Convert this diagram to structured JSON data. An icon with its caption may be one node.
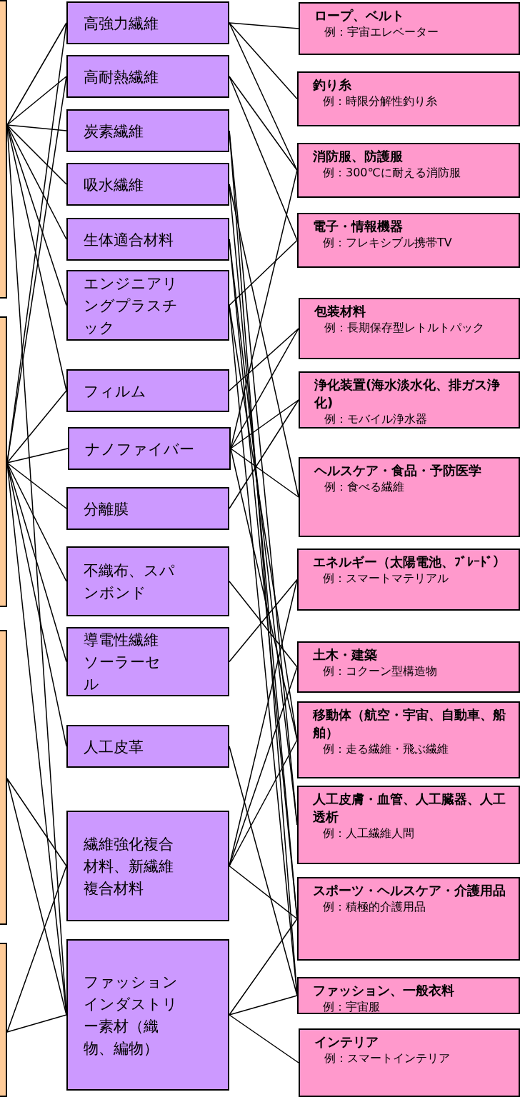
{
  "diagram": {
    "nodes": [
      {
        "text": [],
        "shape": "box"
      },
      {
        "text": [],
        "shape": "box"
      },
      {
        "text": [],
        "shape": "box"
      },
      {
        "text": [],
        "shape": "box"
      },
      {
        "text": [
          "高強力繊維"
        ]
      },
      {
        "text": [
          "高耐熱繊維"
        ]
      },
      {
        "text": [
          "炭素繊維"
        ]
      },
      {
        "text": [
          "吸水繊維"
        ]
      },
      {
        "text": [
          "生体適合材料"
        ]
      },
      {
        "text": [
          "エンジニアリングプラスチック"
        ]
      },
      {
        "text": [
          "フィルム"
        ]
      },
      {
        "text": [
          "ナノファイバー"
        ]
      },
      {
        "text": [
          "分離膜"
        ]
      },
      {
        "text": [
          "不織布、スパンボンド"
        ]
      },
      {
        "text": [
          "導電性繊維ソーラーセル"
        ]
      },
      {
        "text": [
          "人工皮革"
        ]
      },
      {
        "text": [
          "繊維強化複合材料、新繊維複合材料"
        ]
      },
      {
        "text": [
          "ファッションインダストリー素材（織物、編物）"
        ]
      },
      {
        "text": [
          "ロープ、ベルト",
          "例：宇宙エレベーター"
        ]
      },
      {
        "text": [
          "釣り糸",
          "例：時限分解性釣り糸"
        ]
      },
      {
        "text": [
          "消防服、防護服",
          "例：300℃に耐える消防服"
        ]
      },
      {
        "text": [
          "電子・情報機器",
          "例：フレキシブル携帯TV"
        ]
      },
      {
        "text": [
          "包装材料",
          "例：長期保存型レトルトパック"
        ]
      },
      {
        "text": [
          "浄化装置(海水淡水化、排ガス浄化)",
          "例：モバイル浄水器"
        ]
      },
      {
        "text": [
          "ヘルスケア・食品・予防医学",
          "例：食べる繊維"
        ]
      },
      {
        "text": [
          "エネルギー（太陽電池、ﾌﾞﾚｰﾄﾞ）",
          "例：スマートマテリアル"
        ]
      },
      {
        "text": [
          "土木・建築",
          "例：コクーン型構造物"
        ]
      },
      {
        "text": [
          "移動体（航空・宇宙、自動車、船舶）",
          "例：走る繊維・飛ぶ繊維"
        ]
      },
      {
        "text": [
          "人工皮膚・血管、人工臓器、人工透析",
          "例：人工繊維人間"
        ]
      },
      {
        "text": [
          "スポーツ・ヘルスケア・介護用品",
          "例：積極的介護用品"
        ]
      },
      {
        "text": [
          "ファッション、一般衣料",
          "例：宇宙服"
        ]
      },
      {
        "text": [
          "インテリア",
          "例：スマートインテリア"
        ]
      }
    ],
    "edges": [
      {
        "from": 0,
        "to": 4,
        "arrow": "none"
      },
      {
        "from": 0,
        "to": 5,
        "arrow": "none"
      },
      {
        "from": 0,
        "to": 6,
        "arrow": "none"
      },
      {
        "from": 0,
        "to": 7,
        "arrow": "none"
      },
      {
        "from": 0,
        "to": 8,
        "arrow": "none"
      },
      {
        "from": 0,
        "to": 9,
        "arrow": "none"
      },
      {
        "from": 0,
        "to": 10,
        "arrow": "none"
      },
      {
        "from": 0,
        "to": 17,
        "arrow": "none"
      },
      {
        "from": 1,
        "to": 4,
        "arrow": "none"
      },
      {
        "from": 1,
        "to": 5,
        "arrow": "none"
      },
      {
        "from": 1,
        "to": 10,
        "arrow": "none"
      },
      {
        "from": 1,
        "to": 11,
        "arrow": "none"
      },
      {
        "from": 1,
        "to": 12,
        "arrow": "none"
      },
      {
        "from": 1,
        "to": 13,
        "arrow": "none"
      },
      {
        "from": 1,
        "to": 14,
        "arrow": "none"
      },
      {
        "from": 1,
        "to": 15,
        "arrow": "none"
      },
      {
        "from": 1,
        "to": 17,
        "arrow": "none"
      },
      {
        "from": 2,
        "to": 16,
        "arrow": "none"
      },
      {
        "from": 2,
        "to": 17,
        "arrow": "none"
      },
      {
        "from": 3,
        "to": 16,
        "arrow": "none"
      },
      {
        "from": 3,
        "to": 17,
        "arrow": "none"
      },
      {
        "from": 4,
        "to": 18,
        "arrow": "none"
      },
      {
        "from": 4,
        "to": 19,
        "arrow": "none"
      },
      {
        "from": 4,
        "to": 20,
        "arrow": "none"
      },
      {
        "from": 5,
        "to": 20,
        "arrow": "none"
      },
      {
        "from": 5,
        "to": 21,
        "arrow": "none"
      },
      {
        "from": 6,
        "to": 28,
        "arrow": "none"
      },
      {
        "from": 6,
        "to": 30,
        "arrow": "none"
      },
      {
        "from": 7,
        "to": 24,
        "arrow": "none"
      },
      {
        "from": 7,
        "to": 29,
        "arrow": "none"
      },
      {
        "from": 8,
        "to": 28,
        "arrow": "none"
      },
      {
        "from": 8,
        "to": 29,
        "arrow": "none"
      },
      {
        "from": 9,
        "to": 21,
        "arrow": "none"
      },
      {
        "from": 9,
        "to": 27,
        "arrow": "none"
      },
      {
        "from": 9,
        "to": 30,
        "arrow": "none"
      },
      {
        "from": 10,
        "to": 22,
        "arrow": "none"
      },
      {
        "from": 11,
        "to": 20,
        "arrow": "none"
      },
      {
        "from": 11,
        "to": 22,
        "arrow": "none"
      },
      {
        "from": 11,
        "to": 23,
        "arrow": "none"
      },
      {
        "from": 11,
        "to": 24,
        "arrow": "none"
      },
      {
        "from": 11,
        "to": 27,
        "arrow": "none"
      },
      {
        "from": 12,
        "to": 23,
        "arrow": "none"
      },
      {
        "from": 13,
        "to": 26,
        "arrow": "none"
      },
      {
        "from": 14,
        "to": 25,
        "arrow": "none"
      },
      {
        "from": 15,
        "to": 30,
        "arrow": "none"
      },
      {
        "from": 16,
        "to": 25,
        "arrow": "none"
      },
      {
        "from": 16,
        "to": 26,
        "arrow": "none"
      },
      {
        "from": 16,
        "to": 27,
        "arrow": "none"
      },
      {
        "from": 16,
        "to": 29,
        "arrow": "none"
      },
      {
        "from": 17,
        "to": 29,
        "arrow": "none"
      },
      {
        "from": 17,
        "to": 30,
        "arrow": "none"
      },
      {
        "from": 17,
        "to": 31,
        "arrow": "none"
      }
    ]
  }
}
